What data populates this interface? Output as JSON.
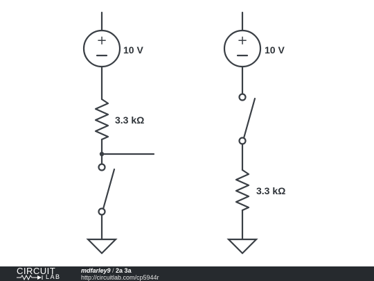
{
  "left_circuit": {
    "source_label": "10 V",
    "resistor_label": "3.3 kΩ"
  },
  "right_circuit": {
    "source_label": "10 V",
    "resistor_label": "3.3 kΩ"
  },
  "footer": {
    "logo_top": "CIRCUIT",
    "logo_bottom": "LAB",
    "author": "mdfarley9",
    "separator": " / ",
    "title": "2a 3a",
    "url": "http://circuitlab.com/cp5944r"
  },
  "colors": {
    "wire": "#3a3f45",
    "footer_bg": "#262a2e"
  }
}
